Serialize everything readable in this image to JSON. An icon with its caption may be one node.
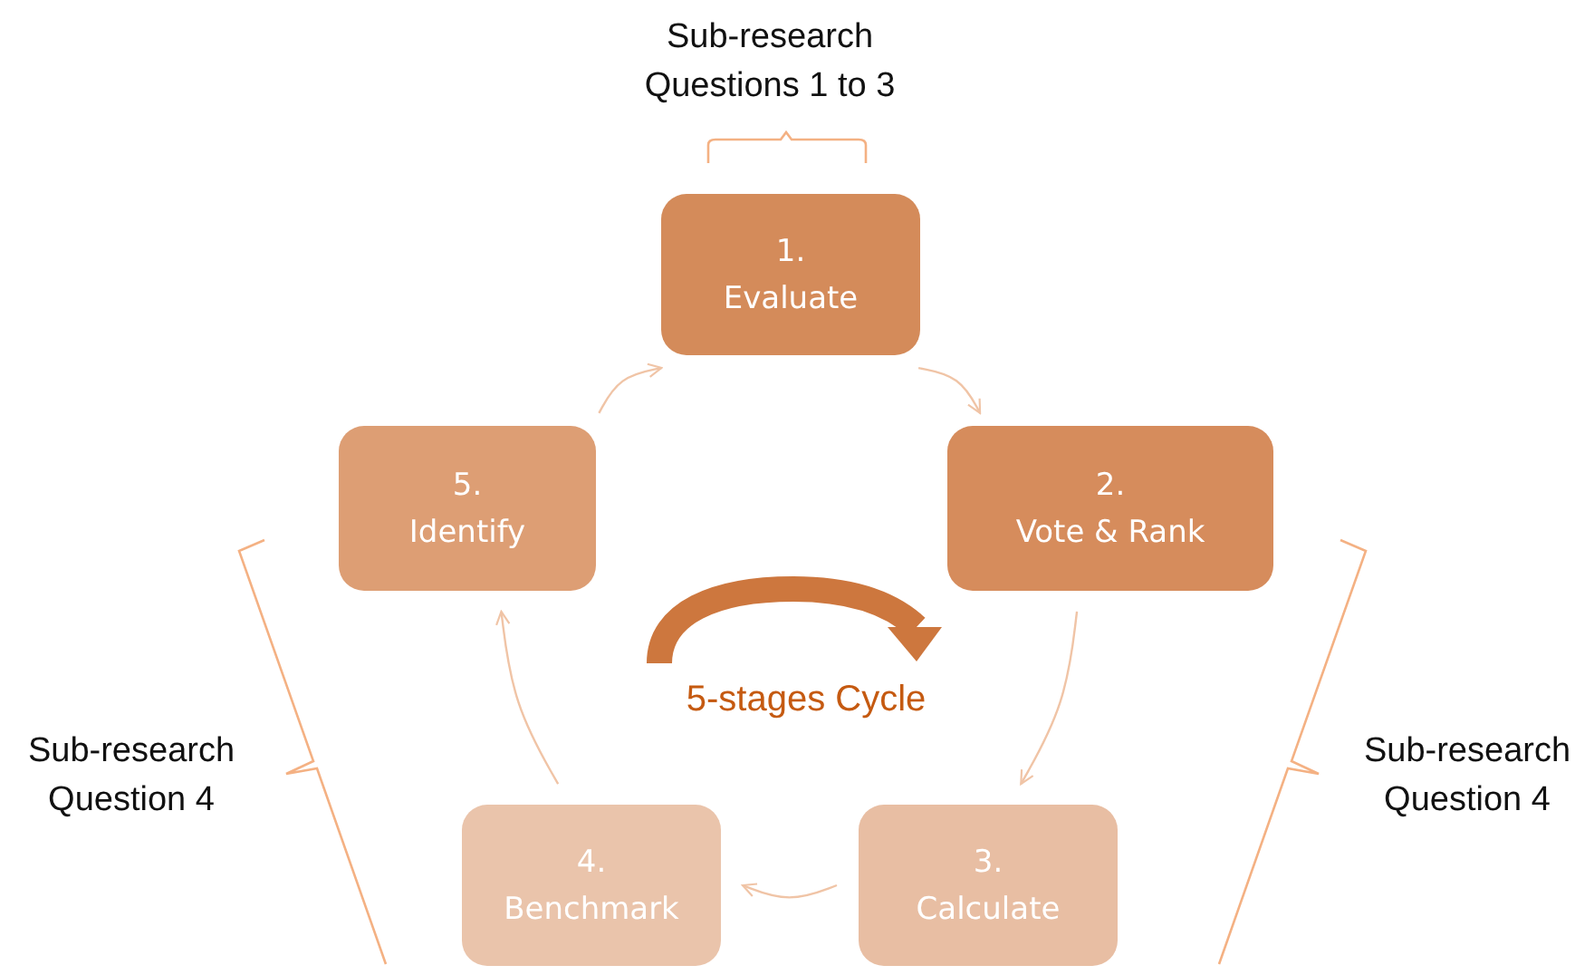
{
  "diagram": {
    "nodes": [
      {
        "text": [
          "1.",
          "Evaluate"
        ]
      },
      {
        "text": [
          "2.",
          "Vote & Rank"
        ]
      },
      {
        "text": [
          "3.",
          "Calculate"
        ]
      },
      {
        "text": [
          "4.",
          "Benchmark"
        ]
      },
      {
        "text": [
          "5.",
          "Identify"
        ]
      }
    ],
    "edges": [
      {
        "from": 0,
        "to": 1,
        "arrow": "to"
      },
      {
        "from": 1,
        "to": 2,
        "arrow": "to"
      },
      {
        "from": 2,
        "to": 3,
        "arrow": "to"
      },
      {
        "from": 3,
        "to": 4,
        "arrow": "to"
      },
      {
        "from": 4,
        "to": 0,
        "arrow": "to"
      }
    ],
    "labels": [
      "Sub-research Questions 1 to 3",
      "5-stages Cycle",
      "Sub-research Question 4",
      "Sub-research Question 4"
    ]
  }
}
